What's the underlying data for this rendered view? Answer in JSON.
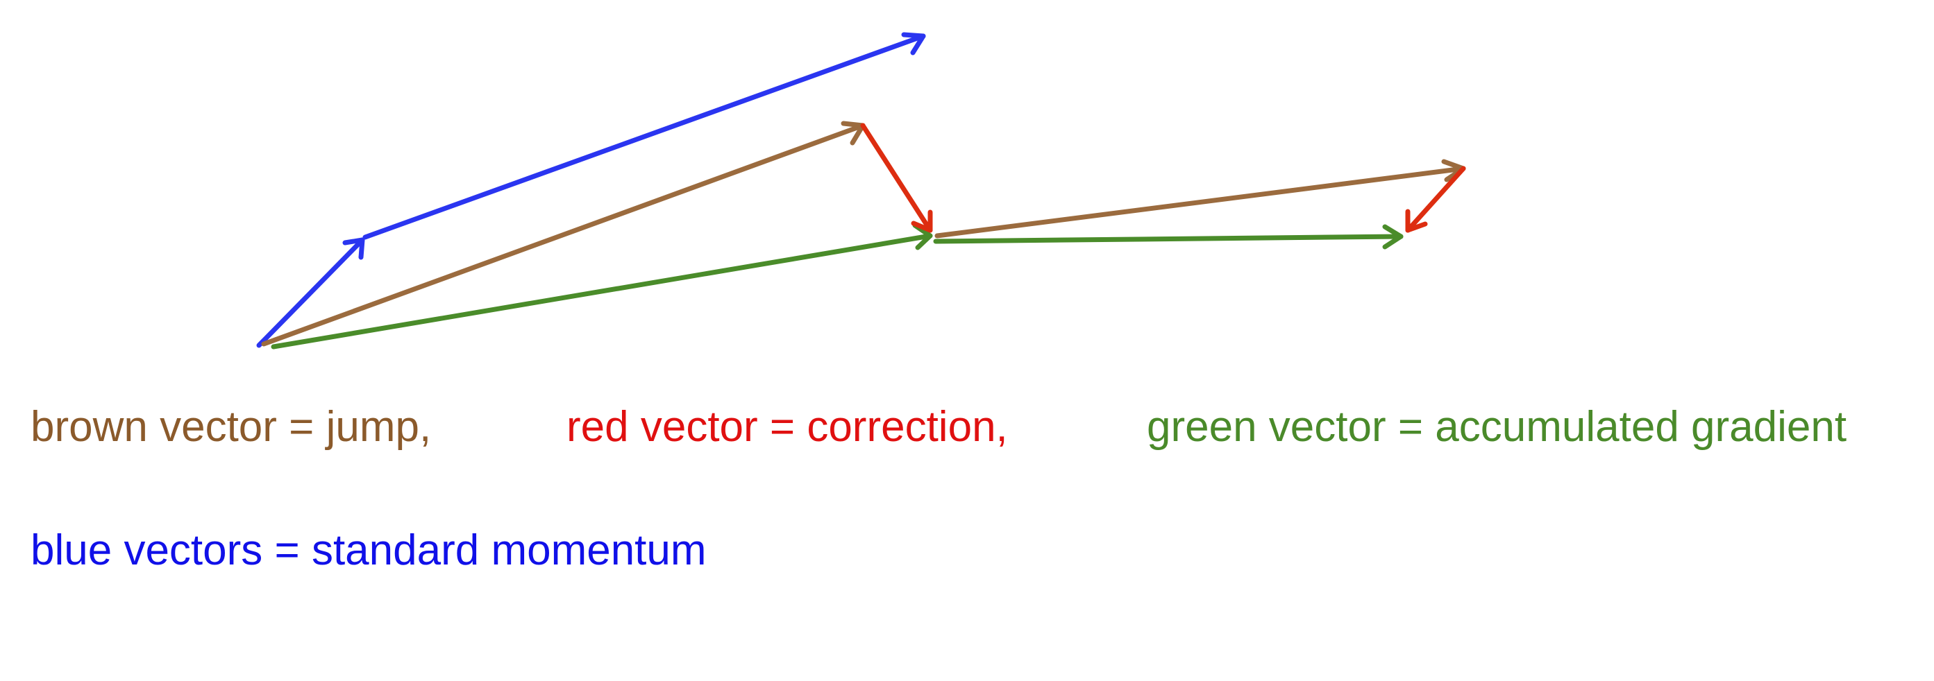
{
  "colors": {
    "brown": "#9B6B3E",
    "red": "#DD2D10",
    "green": "#4A8C2A",
    "blue": "#2A35F0",
    "brown_text": "#8B5A2B",
    "red_text": "#E01010",
    "green_text": "#4A8A2A",
    "blue_text": "#1010E8"
  },
  "legend": {
    "brown": "brown vector = jump,",
    "red": "red vector = correction,",
    "green": "green vector = accumulated gradient",
    "blue": "blue vectors = standard momentum"
  }
}
